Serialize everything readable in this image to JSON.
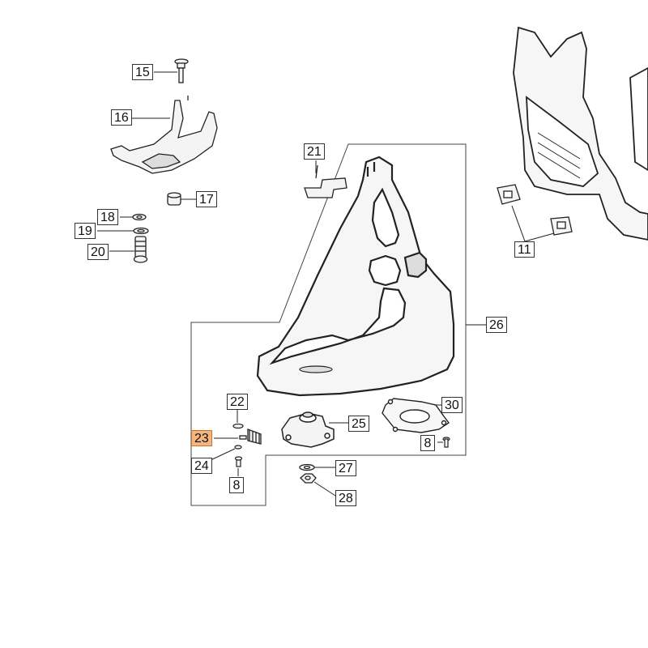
{
  "diagram": {
    "callouts": {
      "c15": "15",
      "c16": "16",
      "c17": "17",
      "c18": "18",
      "c19": "19",
      "c20": "20",
      "c21": "21",
      "c11": "11",
      "c26": "26",
      "c22": "22",
      "c23": "23",
      "c24": "24",
      "c8a": "8",
      "c25": "25",
      "c30": "30",
      "c8b": "8",
      "c27": "27",
      "c28": "28"
    },
    "highlighted_part": "23",
    "colors": {
      "line": "#222222",
      "highlight_fill": "#f3b680",
      "highlight_border": "#c9732f",
      "part_fill": "#f4f4f4"
    }
  }
}
